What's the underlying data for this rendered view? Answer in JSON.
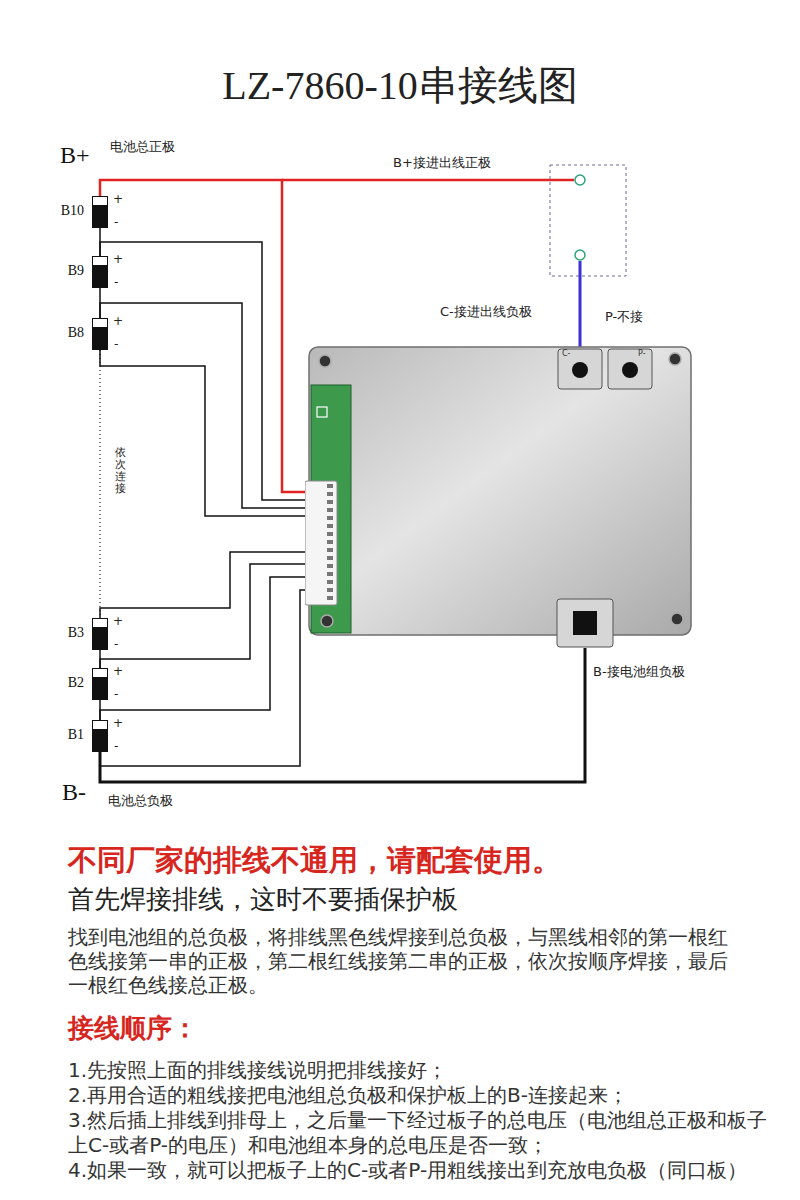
{
  "diagram": {
    "title": "LZ-7860-10串接线图",
    "nodes": [
      {
        "text": [
          "B10"
        ]
      },
      {
        "text": [
          "B9"
        ]
      },
      {
        "text": [
          "B8"
        ]
      },
      {
        "text": [
          "C-",
          "P-"
        ]
      },
      {
        "text": [
          "B3"
        ]
      },
      {
        "text": [
          "B2"
        ]
      },
      {
        "text": [
          "B1"
        ]
      }
    ],
    "edges": [
      {
        "from": 0,
        "to": 1,
        "arrow": "none"
      },
      {
        "from": 1,
        "to": 2,
        "arrow": "none"
      },
      {
        "from": 2,
        "to": 4,
        "arrow": "none"
      },
      {
        "from": 4,
        "to": 5,
        "arrow": "none"
      },
      {
        "from": 5,
        "to": 6,
        "arrow": "none"
      },
      {
        "from": 0,
        "to": 3,
        "arrow": "none"
      },
      {
        "from": 1,
        "to": 3,
        "arrow": "none"
      },
      {
        "from": 2,
        "to": 3,
        "arrow": "none"
      },
      {
        "from": 2,
        "to": 3,
        "arrow": "none"
      },
      {
        "from": 4,
        "to": 3,
        "arrow": "none"
      },
      {
        "from": 5,
        "to": 3,
        "arrow": "none"
      },
      {
        "from": 6,
        "to": 3,
        "arrow": "none"
      },
      {
        "from": 6,
        "to": 3,
        "arrow": "none"
      },
      {
        "from": 6,
        "to": 3,
        "arrow": "none"
      }
    ],
    "labels": [
      "B+",
      "电池总正极",
      "B+接进出线正极",
      "+",
      "-",
      "+",
      "-",
      "C-接进出线负极",
      "P-不接",
      "+",
      "-",
      "依次连接",
      "+",
      "-",
      "B-接电池组负极",
      "+",
      "-",
      "+",
      "-",
      "B-",
      "电池总负极",
      "不同厂家的排线不通用，请配套使用。",
      "首先焊接排线，这时不要插保护板",
      "找到电池组的总负极，将排线黑色线焊接到总负极，与黑线相邻的第一根红色线接第一串的正极，第二根红线接第二串的正极，依次按顺序焊接，最后一根红色线接总正极。",
      "接线顺序：",
      "1.先按照上面的排线接线说明把排线接好；",
      "2.再用合适的粗线接把电池组总负极和保护板上的B-连接起来；",
      "3.然后插上排线到排母上，之后量一下经过板子的总电压（电池组总正极和板子上C-或者P-的电压）和电池组本身的总电压是否一致；",
      "4.如果一致，就可以把板子上的C-或者P-用粗线接出到充放电负极（同口板）"
    ]
  }
}
